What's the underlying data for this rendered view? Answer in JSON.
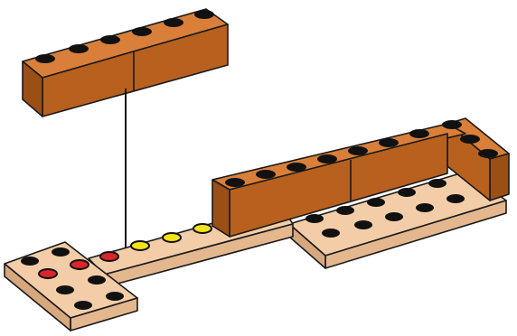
{
  "colors": {
    "background": "#ffffff",
    "outline": "#1a1a1a",
    "brick_top": "#d97f3a",
    "brick_front": "#b8601e",
    "brick_side": "#9c4f14",
    "plate_top": "#f3cda8",
    "plate_front": "#e4b78e",
    "plate_side": "#d7a77e",
    "stud_dark": "#111111",
    "stud_red": "#d9262b",
    "stud_yellow": "#f2e21a",
    "guide_line": "#111111"
  },
  "parts": {
    "floating_brick": {
      "type": "brick",
      "studs_long": 6,
      "studs_wide": 1,
      "color": "orange"
    },
    "corner_brick_long": {
      "type": "brick",
      "studs_long": 8,
      "studs_wide": 1,
      "color": "orange"
    },
    "corner_brick_short": {
      "type": "brick",
      "studs_long": 2,
      "studs_wide": 1,
      "color": "orange"
    },
    "base_plate_right": {
      "type": "plate",
      "studs_long": 6,
      "studs_wide": 3,
      "color": "tan"
    },
    "connector_plate": {
      "type": "plate",
      "studs_long": 6,
      "studs_wide": 1,
      "color": "tan"
    },
    "base_plate_left": {
      "type": "plate",
      "studs_long": 4,
      "studs_wide": 2,
      "color": "tan"
    }
  },
  "highlights": {
    "red_studs": 3,
    "yellow_studs": 3
  },
  "guide": {
    "connects": [
      "floating_brick",
      "connector_plate"
    ]
  }
}
